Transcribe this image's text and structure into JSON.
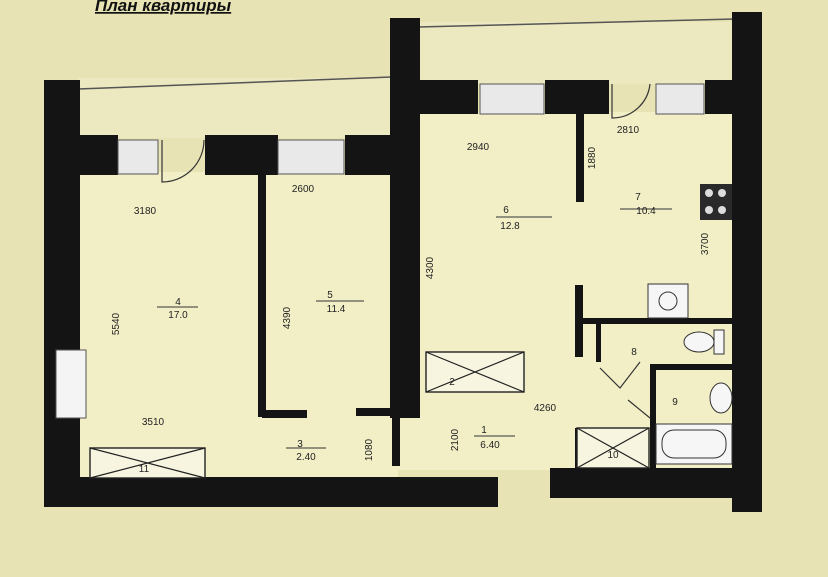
{
  "title": "План квартиры",
  "colors": {
    "background": "#e7e3b4",
    "floor": "#f2efc7",
    "wall": "#141414"
  },
  "rooms": [
    {
      "number": "1",
      "area": "6.40"
    },
    {
      "number": "2",
      "area": ""
    },
    {
      "number": "3",
      "area": "2.40"
    },
    {
      "number": "4",
      "area": "17.0"
    },
    {
      "number": "5",
      "area": "11.4"
    },
    {
      "number": "6",
      "area": "12.8"
    },
    {
      "number": "7",
      "area": "10.4"
    },
    {
      "number": "8",
      "area": ""
    },
    {
      "number": "9",
      "area": ""
    },
    {
      "number": "10",
      "area": ""
    },
    {
      "number": "11",
      "area": ""
    }
  ],
  "dimensions": {
    "d3180": "3180",
    "d2600": "2600",
    "d2940": "2940",
    "d2810": "2810",
    "d1880": "1880",
    "d5540": "5540",
    "d4390": "4390",
    "d4300": "4300",
    "d3700": "3700",
    "d3510": "3510",
    "d4260": "4260",
    "d1080": "1080",
    "d2100": "2100"
  }
}
